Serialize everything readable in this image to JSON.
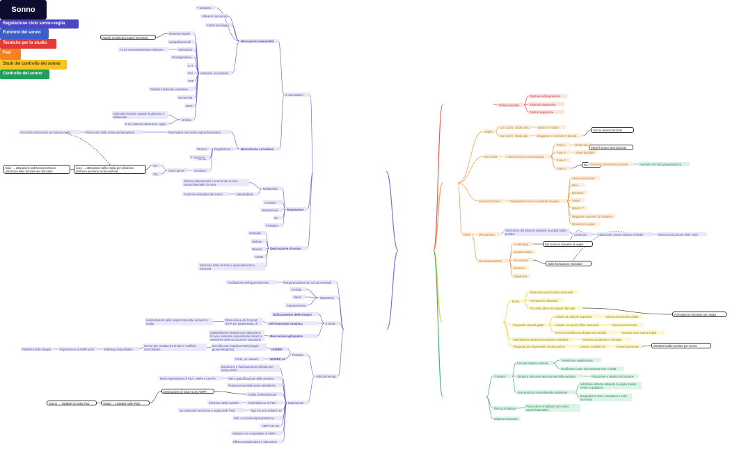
{
  "root": {
    "label": "Sonno"
  },
  "colors": {
    "lav": "#5b57c9",
    "blue": "#3a5fcd",
    "red": "#e53935",
    "orange": "#f58220",
    "yellow": "#f2c200",
    "green": "#1ea05a",
    "dark": "#333333"
  },
  "nodes": {
    "rcsv": "Regolazione ciclo sonno-veglia",
    "due_mecc": "2 meccanismi",
    "mecc_omeo": "Meccanismi omeostatici",
    "t_amb": "T ambiente",
    "aff_sens": "Afferenze sensoriali",
    "fatt_psi": "Fattori psicologici",
    "sost_acc": "Sostanze accumulate",
    "muramyl": "Muramyl-peptidi",
    "lipopoli": "Lipopolisaccaridi",
    "adenosina": "Adenosina",
    "prostag": "Prostaglandina",
    "il1": "IL-1",
    "ifn": "IFN",
    "tnf": "TNF",
    "pep_vaso": "Peptide intestinale vasoattivo",
    "serotonina_r": "Serotonina",
    "dsip": "DSIP",
    "grelina": "Grelina",
    "grelina_d1": "Stimolano la fame quando la glicemia è abbassata",
    "grelina_d2": "E nel sistema attivante la veglia",
    "att_metab": "Attività metabolica batteri intestinali",
    "fa_neuro": "Fa da neurotrasmettitore inibitorio",
    "mecc_circ": "Meccanismo circadiano",
    "pacemaker": "Pacemaker nel nucleo soprachiasmatico",
    "riceve_info": "Riceve info dalla retina (melanopsina)",
    "sincronizza": "Sincronizza luce-buio con sonno-veglia",
    "regolazione": "Regolazione",
    "retina": "Retina",
    "ormoni": "Ormoni",
    "t_corporea": "T corporea",
    "genetica": "Genetica",
    "clock": "Clock genes",
    "per": "Per",
    "cry": "Cry",
    "luce": "Luce → attivazione della veglia per inibizione dell'area preottica ventro-laterale",
    "buio": "Buio → attivazione dell'area preottica e inibizione della formazione reticolare",
    "regolazione2": "Regolazione",
    "melatonina": "Melatonina",
    "melat_d": "Inibisce ulteriormente i neuroni del nucleo soprachiasmatico la sera",
    "antiossid": "Antiossidante",
    "funz_ristor": "Funzione ristorativa del sonno",
    "cortisolo": "Cortisolo",
    "testosterone": "Testosterone",
    "gh": "GH",
    "prolattina": "Prolattina",
    "depriv": "Deprivazione di sonno",
    "irritabilita": "Irritabilità",
    "diabete": "Diabete",
    "obesita": "Obesità",
    "adhd": "ADHD",
    "inibizione_cr": "Inibizione della crescita e apprendimento e memoria",
    "funzioni": "Funzioni del sonno",
    "facilitazione": "Facilitazione dell'apprendimento",
    "riorganizz": "Riorganizzazione dei circuiti cerebrali",
    "riparatrice": "Riparatrice",
    "crescita": "Crescita",
    "danni": "Danni",
    "soprav": "Sopravvivenza",
    "due_teorie": "2 teorie",
    "rafforz": "Rafforzamento delle sinapsi",
    "omeo_sin": "Dell'omeostasi sinaptica",
    "indeb": "Indebolimento delle sinapsi stimolate durante la veglia",
    "diminuz": "Diminuzione dei PA post, dei R per glutammato, di PKA e CaMKII",
    "glimfatico": "Meccanismo glimpatico",
    "glimf_d": "Indebolimento sinaptico per alterazione di ioni e sostanze extracellulari dovuto a variazione della circolazione sanguigna",
    "homer": "HOMER",
    "densita": "Densità post-sinaptica PSD (sinapsi glutamatergiche)",
    "homer_per": "Homer per contatto tra R Glut e scaffold citoscheletro",
    "pathway": "Pathway intracellulare",
    "espressione": "Espressione di AMPA post",
    "plast": "Plasticità delle sinapsi",
    "proteina": "Proteina",
    "corta": "Corta, no network",
    "homer1a": "HOMER 1a",
    "articolo": "Articolo Diering",
    "esperimenti": "Esperimenti",
    "estraz": "Estrazione e frazionamento cellulare per isolare PSD",
    "wb_quant": "WB e quantificazione delle proteine",
    "meno_espr": "Meno espressione di PKA, AMPA e AKAP5",
    "fluoresc": "Fluorescenza delle spine dendritiche",
    "analisi": "Analisi di distribuzione",
    "dimin_glut": "Diminuzione di Glut A1 per AMPA",
    "inibiz_camk": "Inibizione della CaMKII",
    "fosforil": "Fosforilazione di PSD",
    "topi_ko": "Topi KO per HOMER 1a",
    "no_var": "No variazione tra sonno e veglia nelle PSD",
    "wb_coimmuno": "WB + co-immunoprecipitazione",
    "ampa_ko": "AMPA nei KO",
    "inibitore": "Inibitore non competitivo di AMPA",
    "effetto": "Effetto noradrenalina e adenosina",
    "sonno_homer": "Sonno → HOMER la nella PSD",
    "veglia_homer": "Veglia → HOMER nelle PSD",
    "tecniche": "Tecniche per lo studio",
    "polisonno": "Polisonnografia",
    "eeg": "Elettroencefalogramma",
    "eog": "Elettrooculogramma",
    "emg": "Elettromiogramma",
    "fasi": "Fasi",
    "veglia": "Veglia",
    "occhi_aperti": "Con occhi aperti",
    "onde_beta": "Onde beta",
    "basso_v": "Basso V e alta F",
    "occhi_chiusi": "Con occhi chiusi",
    "onde_alfa": "Onde alfa",
    "maggiore_v": "Maggiore V e minore F di beta",
    "sonno_desinc": "Sonno desincronizzato",
    "non_rem": "Non REM",
    "quattro_fasi": "4 fasi del sonno sincronizzato",
    "fase1": "Fase 1",
    "onde_teta": "Onde teta",
    "fase2": "Fase 2",
    "sleep_spindles": "Sleep spindles",
    "fase3": "Fase 3",
    "fase4": "Fase 4",
    "onde_delta": "Onde delta",
    "sonno_sincr": "Sonno sincronizzato profondo",
    "aumento": "Aumento del tono parasimpatico",
    "parte_sonno": "Parte il sonno sincronizzato",
    "desincr": "Desincronizzato",
    "prepar": "Preparazione ad un possibile risveglio",
    "atonia": "Atonia muscolare",
    "mioc": "Mioc",
    "erezione": "Erezione",
    "sogni": "Sogni",
    "minore_t": "Minore T",
    "maggiore_cons": "Maggiore consumo di ossigeno",
    "movimenti": "Movimenti oculari",
    "rem": "REM",
    "meccanismo_rem": "Meccanismo",
    "attivazione_sist": "Attivazione del sistema attivante la veglia bulbo-pontino",
    "corteccia": "Corteccia",
    "attiv_circ": "Attivazione circuito talamo-corticale",
    "desincr_onde": "Desincronizzazione delle onde",
    "neurotrasm": "Neurotrasmettitori",
    "acetilcolina": "Acetilcolina",
    "noradrenalina": "Noradrenalina",
    "serotonina": "Serotonina",
    "istamina": "Istamina",
    "dopamina": "Dopamina",
    "dal_sistema": "Dal sistema attivante la veglia",
    "dalla_formaz": "Dalla formazione reticolare",
    "studi": "Studi del controllo del sonno",
    "teorie": "Teorie",
    "diminuz_perc": "Diminuzione percezioni sensoriali",
    "formaz_retic": "Formazione reticolare",
    "processo": "Processo attivo da regioni deputate",
    "prep_gatto": "Preparato cervello gatto",
    "lesione_coll": "Lesione al collicolo superiore",
    "sonno_perm_vis": "Sonno permanente visale",
    "lesione_fibre": "Lesione con poche fibre sensoriali",
    "sonno_perm": "Sonno permanente",
    "tronco": "Tronco encefalico scollegato dal midollo",
    "normale_ciclo": "Normale ciclo sonno-veglia",
    "stimolazione": "Stimolazione elettrica formazione reticolare",
    "desincr_risv": "Desincronizzazione e risveglio",
    "prep_trigem": "Preparato pre-trigeminale medio pontino",
    "lesione_emid": "Lesione emidiferi dx",
    "insonnia": "Insonnia perenne",
    "formaz_retic_veglia": "Formazione reticolare per veglia",
    "strutture": "Strutture bulbo-pontine per sonno",
    "controllo": "Controllo del sonno",
    "tre_sistemi": "3 sistemi",
    "circuito_tal": "Circuito talamo-corticale",
    "trans_veglia": "Transizione veglia-sonno",
    "oscillazioni": "Oscillazioni onde sincronizzate tete e delta",
    "struttura_ret": "Struttura reticolare ascendente bulbo-pontina",
    "attiv_desincr": "Attivazione e desincronizzazione",
    "area_preottica": "Area preottica ventrolaterale posteriore",
    "inibiz_sistema": "Inibizione sistema attivante la veglia tramite GABA e galanina",
    "integrazione": "Integrazione ritmo circadiano e ciclo luce-buio",
    "ritmo_circ": "Ritmo circadiano",
    "pacemaker_circ": "Pacemaker circadiano nel nucleo soprachiasmatico",
    "sistema_esec": "Sistema esecutivo"
  }
}
